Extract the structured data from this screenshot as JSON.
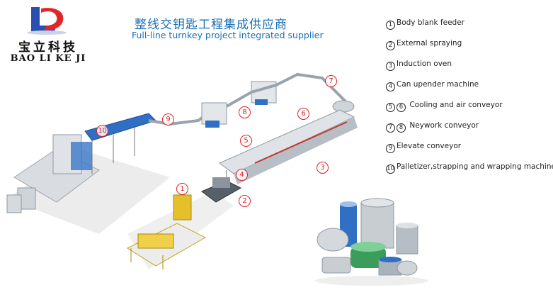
{
  "brand": {
    "name_cn": "宝立科技",
    "name_en": "BAO LI KE JI"
  },
  "title": {
    "cn": "整线交钥匙工程集成供应商",
    "en": "Full-line turnkey project integrated supplier"
  },
  "legend": [
    {
      "nums": [
        "1"
      ],
      "label": "Body blank feeder"
    },
    {
      "nums": [
        "2"
      ],
      "label": "External spraying"
    },
    {
      "nums": [
        "3"
      ],
      "label": "Induction oven"
    },
    {
      "nums": [
        "4"
      ],
      "label": "Can upender machine"
    },
    {
      "nums": [
        "5",
        "6"
      ],
      "label": "Cooling and air conveyor"
    },
    {
      "nums": [
        "7",
        "8"
      ],
      "label": "Neywork conveyor"
    },
    {
      "nums": [
        "9"
      ],
      "label": "Elevate conveyor"
    },
    {
      "nums": [
        "10"
      ],
      "label": "Palletizer,strapping and wrapping machine"
    }
  ],
  "markers": [
    "1",
    "2",
    "3",
    "4",
    "5",
    "6",
    "7",
    "8",
    "9",
    "10"
  ],
  "colors": {
    "accent": "#1a6fb5",
    "marker": "#e02020"
  }
}
